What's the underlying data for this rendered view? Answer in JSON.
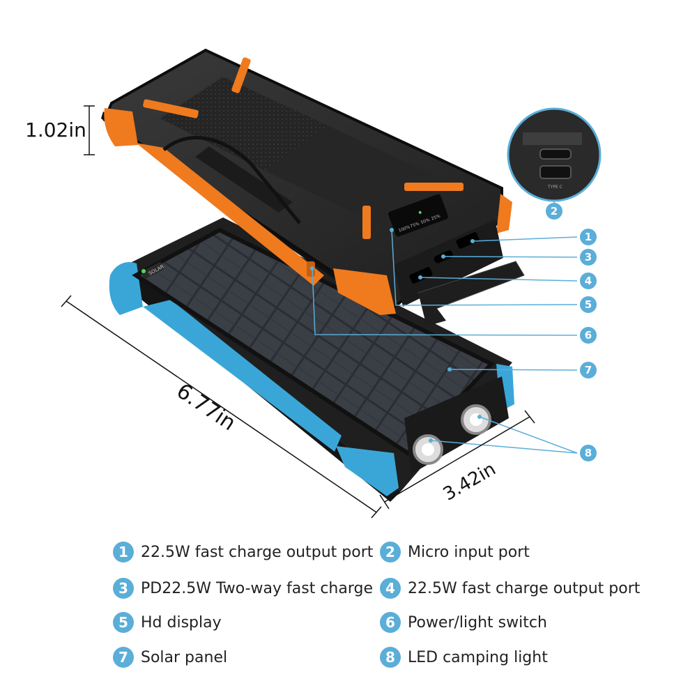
{
  "dimensions": {
    "height": "1.02in",
    "length": "6.77in",
    "width": "3.42in"
  },
  "inset": {
    "port_label": "TYPE C",
    "callout": "2"
  },
  "display_labels": [
    "100%",
    "75%",
    "50%",
    "25%"
  ],
  "panel_label": "SOLAR",
  "callouts": [
    "1",
    "3",
    "4",
    "5",
    "6",
    "7",
    "8"
  ],
  "legend": [
    {
      "num": "1",
      "label": "22.5W fast charge output port"
    },
    {
      "num": "2",
      "label": "Micro input port"
    },
    {
      "num": "3",
      "label": "PD22.5W Two-way fast charge"
    },
    {
      "num": "4",
      "label": "22.5W fast charge output port"
    },
    {
      "num": "5",
      "label": "Hd display"
    },
    {
      "num": "6",
      "label": "Power/light switch"
    },
    {
      "num": "7",
      "label": "Solar panel"
    },
    {
      "num": "8",
      "label": "LED camping light"
    }
  ],
  "colors": {
    "accent_blue": "#5aaed8",
    "orange": "#f07a1e",
    "cyan": "#3aa6d8",
    "body_dark": "#2a2a2a"
  }
}
